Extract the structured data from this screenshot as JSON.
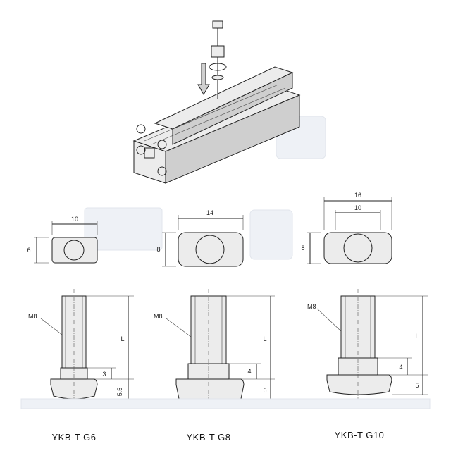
{
  "models": [
    {
      "caption": "YKB-T G6",
      "thread": "M8",
      "top_width": "10",
      "top_height": "6",
      "length": "L",
      "dim_a": "3",
      "dim_b": "5.5"
    },
    {
      "caption": "YKB-T G8",
      "thread": "M8",
      "top_width": "14",
      "top_height": "8",
      "length": "L",
      "dim_a": "4",
      "dim_b": "6"
    },
    {
      "caption": "YKB-T G10",
      "thread": "M8",
      "top_outer_width": "16",
      "top_width": "10",
      "top_height": "8",
      "length": "L",
      "dim_a": "4",
      "dim_b": "5"
    }
  ],
  "colors": {
    "line": "#222222",
    "part_fill": "#ececec",
    "ghost_text": "#dfe4ec"
  }
}
